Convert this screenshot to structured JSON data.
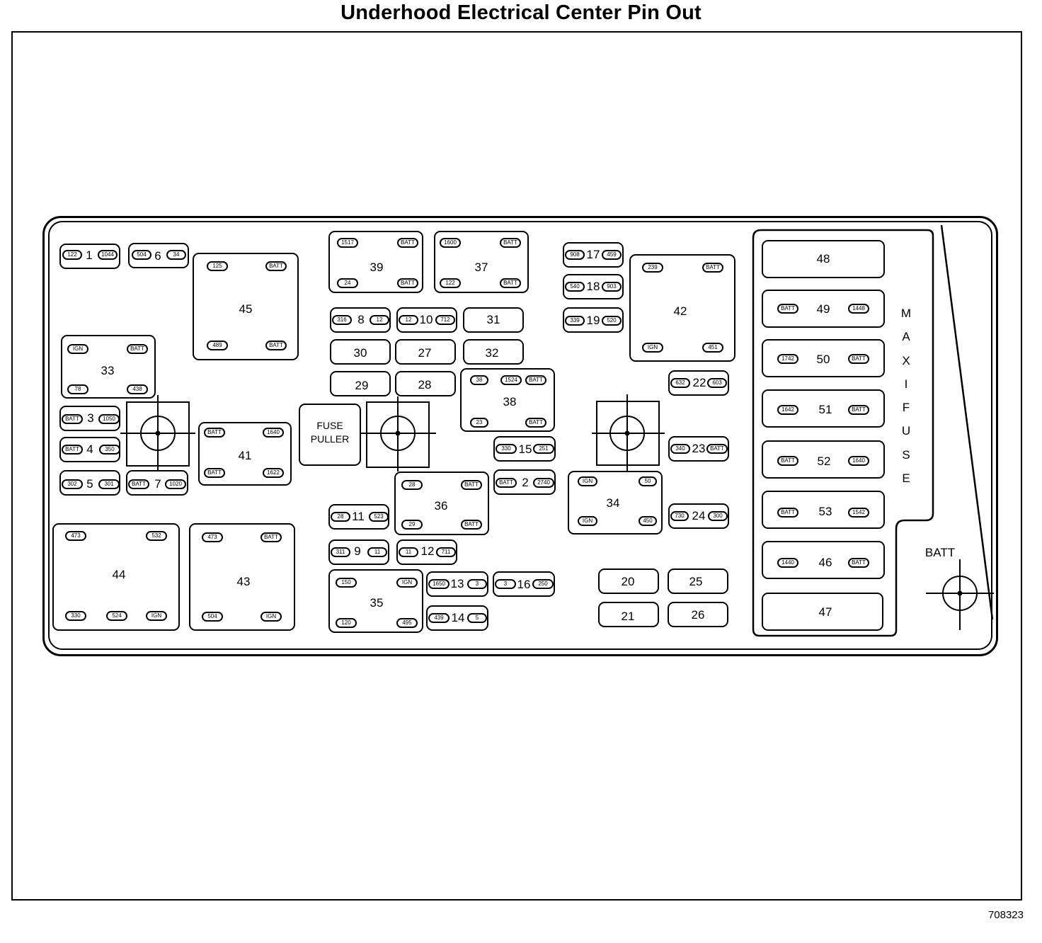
{
  "title": "Underhood Electrical Center Pin Out",
  "figure_id": "708323",
  "fuse_puller_label": [
    "FUSE",
    "PULLER"
  ],
  "maxi_fuse_label": [
    "M",
    "A",
    "X",
    "I",
    "F",
    "U",
    "S",
    "E"
  ],
  "batt_label": "BATT",
  "components": [
    {
      "n": "1",
      "tags": [
        "122",
        "1044"
      ]
    },
    {
      "n": "6",
      "tags": [
        "504",
        "34"
      ]
    },
    {
      "n": "3",
      "tags": [
        "BATT",
        "1050"
      ]
    },
    {
      "n": "4",
      "tags": [
        "BATT",
        "350"
      ]
    },
    {
      "n": "5",
      "tags": [
        "302",
        "301"
      ]
    },
    {
      "n": "7",
      "tags": [
        "BATT",
        "1020"
      ]
    },
    {
      "n": "8",
      "tags": [
        "316",
        "12"
      ]
    },
    {
      "n": "10",
      "tags": [
        "12",
        "712"
      ]
    },
    {
      "n": "11",
      "tags": [
        "28",
        "523"
      ]
    },
    {
      "n": "9",
      "tags": [
        "311",
        "11"
      ]
    },
    {
      "n": "12",
      "tags": [
        "11",
        "711"
      ]
    },
    {
      "n": "13",
      "tags": [
        "1650",
        "3"
      ]
    },
    {
      "n": "14",
      "tags": [
        "439",
        "5"
      ]
    },
    {
      "n": "15",
      "tags": [
        "330",
        "251"
      ]
    },
    {
      "n": "2",
      "tags": [
        "BATT",
        "2740"
      ]
    },
    {
      "n": "16",
      "tags": [
        "3",
        "250"
      ]
    },
    {
      "n": "17",
      "tags": [
        "908",
        "459"
      ]
    },
    {
      "n": "18",
      "tags": [
        "540",
        "903"
      ]
    },
    {
      "n": "19",
      "tags": [
        "339",
        "520"
      ]
    },
    {
      "n": "22",
      "tags": [
        "632",
        "603"
      ]
    },
    {
      "n": "23",
      "tags": [
        "340",
        "BATT"
      ]
    },
    {
      "n": "24",
      "tags": [
        "730",
        "300"
      ]
    },
    {
      "n": "31",
      "tags": []
    },
    {
      "n": "30",
      "tags": []
    },
    {
      "n": "27",
      "tags": []
    },
    {
      "n": "32",
      "tags": []
    },
    {
      "n": "29",
      "tags": []
    },
    {
      "n": "28",
      "tags": []
    },
    {
      "n": "20",
      "tags": []
    },
    {
      "n": "25",
      "tags": []
    },
    {
      "n": "21",
      "tags": []
    },
    {
      "n": "26",
      "tags": []
    },
    {
      "n": "39",
      "tags": [
        "1517",
        "BATT",
        "24",
        "BATT"
      ]
    },
    {
      "n": "37",
      "tags": [
        "1600",
        "BATT",
        "122",
        "BATT"
      ]
    },
    {
      "n": "45",
      "tags": [
        "125",
        "BATT",
        "489",
        "BATT"
      ]
    },
    {
      "n": "42",
      "tags": [
        "239",
        "BATT",
        "IGN",
        "451"
      ]
    },
    {
      "n": "33",
      "tags": [
        "IGN",
        "BATT",
        "78",
        "438"
      ]
    },
    {
      "n": "38",
      "tags": [
        "38",
        "1524",
        "BATT",
        "23",
        "BATT"
      ]
    },
    {
      "n": "41",
      "tags": [
        "BATT",
        "1640",
        "BATT",
        "1622"
      ]
    },
    {
      "n": "36",
      "tags": [
        "28",
        "BATT",
        "29",
        "BATT"
      ]
    },
    {
      "n": "34",
      "tags": [
        "IGN",
        "50",
        "IGN",
        "450"
      ]
    },
    {
      "n": "44",
      "tags": [
        "473",
        "532",
        "330",
        "524",
        "IGN"
      ]
    },
    {
      "n": "43",
      "tags": [
        "473",
        "BATT",
        "504",
        "IGN"
      ]
    },
    {
      "n": "35",
      "tags": [
        "150",
        "IGN",
        "120",
        "495"
      ]
    },
    {
      "n": "48",
      "tags": []
    },
    {
      "n": "49",
      "tags": [
        "BATT",
        "1448"
      ]
    },
    {
      "n": "50",
      "tags": [
        "1742",
        "BATT"
      ]
    },
    {
      "n": "51",
      "tags": [
        "1642",
        "BATT"
      ]
    },
    {
      "n": "52",
      "tags": [
        "BATT",
        "1640"
      ]
    },
    {
      "n": "53",
      "tags": [
        "BATT",
        "1542"
      ]
    },
    {
      "n": "46",
      "tags": [
        "1440",
        "BATT"
      ]
    },
    {
      "n": "47",
      "tags": []
    }
  ]
}
